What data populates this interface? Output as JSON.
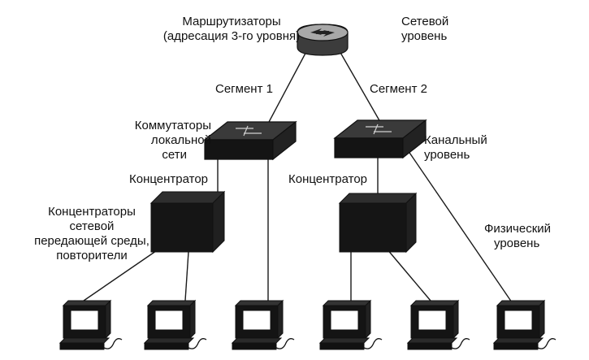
{
  "diagram": {
    "labels": {
      "routers": [
        "Маршрутизаторы",
        "(адресация 3-го уровня)"
      ],
      "network_layer": [
        "Сетевой",
        "уровень"
      ],
      "segment1": "Сегмент 1",
      "segment2": "Сегмент 2",
      "lan_switches": [
        "Коммутаторы",
        "локальной",
        "сети"
      ],
      "link_layer": [
        "Канальный",
        "уровень"
      ],
      "hub_left": "Концентратор",
      "hub_right": "Концентратор",
      "media_hubs": [
        "Концентраторы",
        "сетевой",
        "передающей среды,",
        "повторители"
      ],
      "physical_layer": [
        "Физический",
        "уровень"
      ]
    },
    "colors": {
      "line": "#1a1a1a",
      "device_dark": "#1b1b1b",
      "device_mid": "#4a4a4a",
      "router_light": "#9a9a9a",
      "screen": "#ffffff"
    },
    "icons": [
      "router-icon",
      "switch-icon",
      "hub-icon",
      "computer-icon"
    ]
  }
}
